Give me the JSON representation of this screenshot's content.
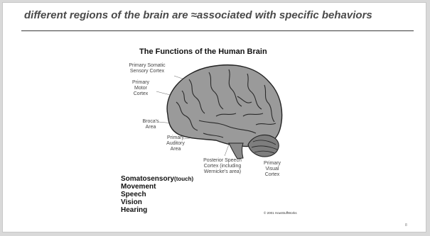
{
  "slide": {
    "title": "different regions of the brain are ≈associated with specific behaviors",
    "page_number": "8"
  },
  "figure": {
    "title": "The Functions of the Human Brain",
    "labels": {
      "somatic": "Primary Somatic\nSensory Cortex",
      "motor": "Primary\nMotor\nCortex",
      "broca": "Broca's\nArea",
      "auditory": "Primary\nAuditory\nArea",
      "wernicke": "Posterior Speech\nCortex (including\nWernicke's area)",
      "visual": "Primary\nVisual\nCortex"
    },
    "copyright": "© 2001 HowStuffWorks"
  },
  "legend": {
    "items": [
      "Somatosensory",
      "Movement",
      "Speech",
      "Vision",
      "Hearing"
    ],
    "first_suffix": "(touch)"
  },
  "colors": {
    "background": "#d9d9d9",
    "slide": "#ffffff",
    "title_text": "#4a4a4a",
    "brain_fill": "#9a9a9a"
  }
}
